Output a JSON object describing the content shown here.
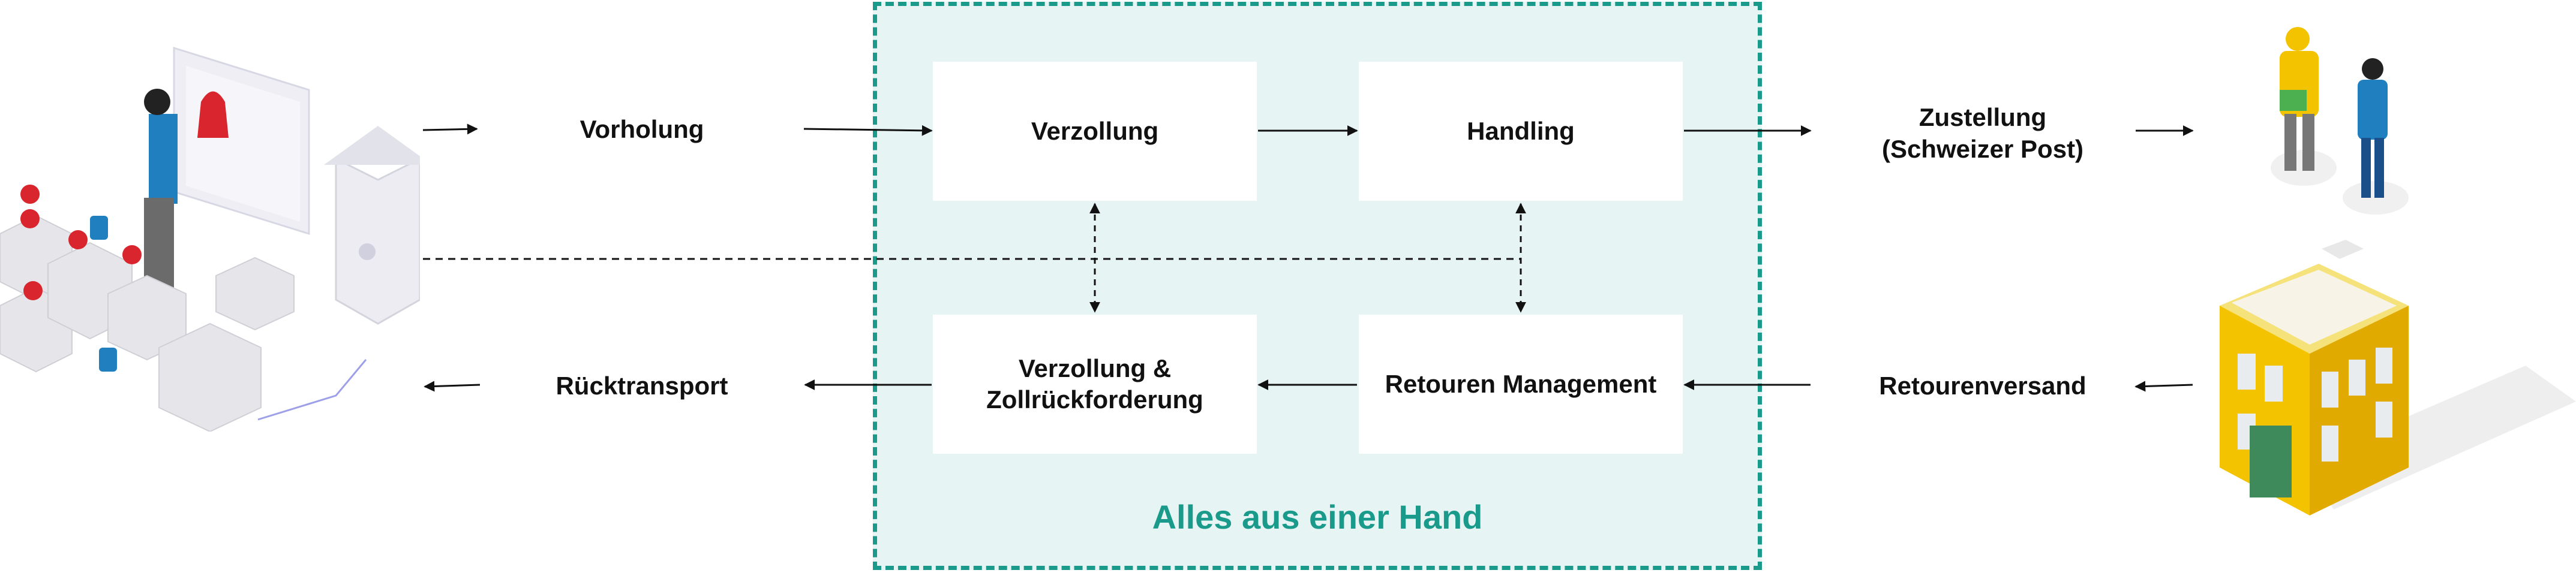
{
  "zone": {
    "title": "Alles aus einer Hand",
    "color": "#1a9a8b",
    "fill": "#e6f4f3"
  },
  "boxes": {
    "verzollung": "Verzollung",
    "handling": "Handling",
    "zollrueckforderung": "Verzollung &\nZollrückforderung",
    "retouren_management": "Retouren Management"
  },
  "labels": {
    "vorholung": "Vorholung",
    "ruecktransport": "Rücktransport",
    "zustellung": "Zustellung\n(Schweizer Post)",
    "retourenversand": "Retourenversand"
  },
  "icons": {
    "left": "online-shop-warehouse-illustration",
    "right_top": "courier-delivery-illustration",
    "right_bottom": "yellow-building-illustration"
  }
}
